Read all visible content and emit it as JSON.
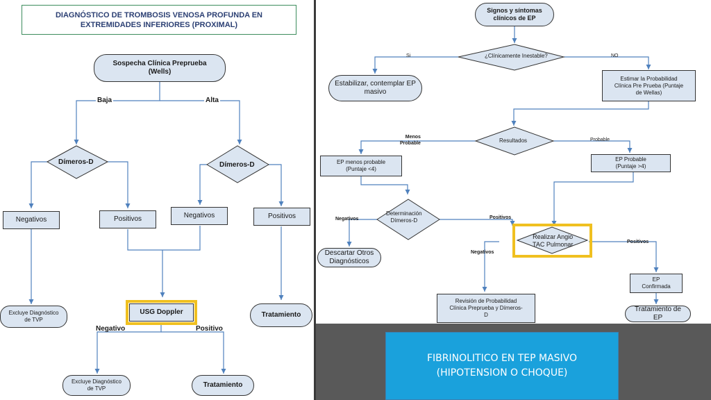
{
  "left": {
    "title_line1": "DIAGNÓSTICO DE TROMBOSIS VENOSA PROFUNDA EN",
    "title_line2": "EXTREMIDADES INFERIORES (PROXIMAL)",
    "start_line1": "Sospecha Clínica Preprueba",
    "start_line2": "(Wells)",
    "label_baja": "Baja",
    "label_alta": "Alta",
    "ddimer_left": "Dímeros-D",
    "ddimer_right": "Dímeros-D",
    "neg_left": "Negativos",
    "pos_left": "Positivos",
    "neg_right": "Negativos",
    "pos_right": "Positivos",
    "excluye_top_line1": "Excluye Diagnóstico",
    "excluye_top_line2": "de TVP",
    "usg": "USG Doppler",
    "tratamiento_right": "Tratamiento",
    "label_negativo": "Negativo",
    "label_positivo": "Positivo",
    "excluye_bottom_line1": "Excluye Diagnóstico",
    "excluye_bottom_line2": "de TVP",
    "tratamiento_bottom": "Tratamiento"
  },
  "right": {
    "start_line1": "Signos y síntomas",
    "start_line2": "clínicos de EP",
    "unstable": "¿Clínicamente Inestable?",
    "label_si": "Si",
    "label_no": "NO",
    "stabilize_line1": "Estabilizar, contemplar EP",
    "stabilize_line2": "masivo",
    "estimate_line1": "Estimar la Probabilidad",
    "estimate_line2": "Clínica Pre Prueba (Puntaje",
    "estimate_line3": "de Wellas)",
    "results": "Resultados",
    "label_menos_line1": "Menos",
    "label_menos_line2": "Probable",
    "label_probable": "Probable",
    "less_likely_line1": "EP menos probable",
    "less_likely_line2": "(Puntaje <4)",
    "likely_line1": "EP Probable",
    "likely_line2": "(Puntaje >4)",
    "ddimer_line1": "Determinación",
    "ddimer_line2": "Dímeros-D",
    "label_negativos_dd": "Negativos",
    "label_positivos_dd": "Positivos",
    "descartar_line1": "Descartar Otros",
    "descartar_line2": "Diagnósticos",
    "angio_line1": "Realizar Angio",
    "angio_line2": "TAC Pulmonar",
    "label_negativos_angio": "Negativos",
    "label_positivos_angio": "Positivos",
    "revision_line1": "Revisión de Probabilidad",
    "revision_line2": "Clínica Preprueba y Dímeros-",
    "revision_line3": "D",
    "confirmed_line1": "EP",
    "confirmed_line2": "Confirmada",
    "treatment": "Tratamiento de EP"
  },
  "banner": {
    "line1": "FIBRINOLITICO EN TEP MASIVO",
    "line2": "(HIPOTENSION O CHOQUE)"
  },
  "colors": {
    "node_fill": "#dbe5f1",
    "connector": "#4f81bd",
    "highlight": "#f0c020",
    "banner": "#1aa1dc",
    "band": "#595959"
  }
}
